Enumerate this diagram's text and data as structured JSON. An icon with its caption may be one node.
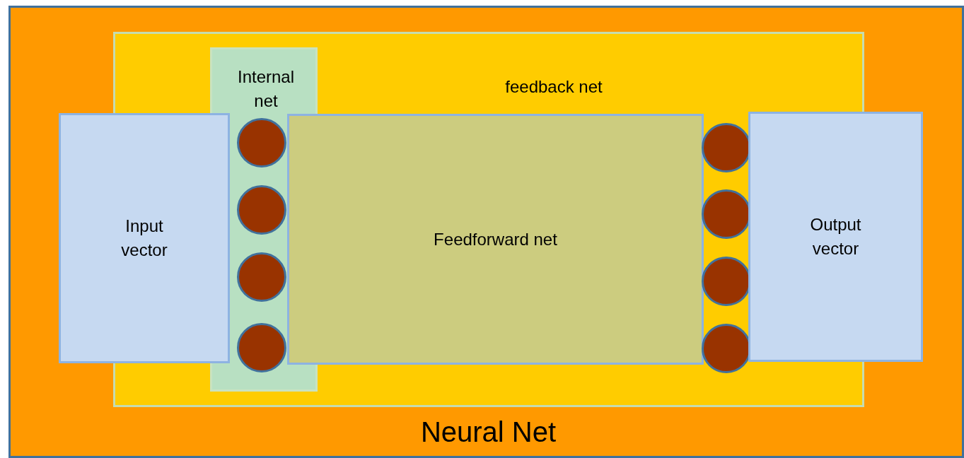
{
  "diagram": {
    "nodes": [
      {
        "text": [
          "Neural Net"
        ]
      },
      {
        "text": [
          "feedback net"
        ],
        "in": 0
      },
      {
        "text": [
          "Internal net"
        ],
        "in": 1
      },
      {
        "text": [
          "Input vector"
        ],
        "in": 0
      },
      {
        "text": [],
        "shape": "circle",
        "in": 2
      },
      {
        "text": [],
        "shape": "circle",
        "in": 2
      },
      {
        "text": [],
        "shape": "circle",
        "in": 2
      },
      {
        "text": [],
        "shape": "circle",
        "in": 2
      },
      {
        "text": [
          "Feedforward net"
        ],
        "in": 1
      },
      {
        "text": [],
        "shape": "circle",
        "in": 1
      },
      {
        "text": [],
        "shape": "circle",
        "in": 1
      },
      {
        "text": [],
        "shape": "circle",
        "in": 1
      },
      {
        "text": [],
        "shape": "circle",
        "in": 1
      },
      {
        "text": [
          "Output vector"
        ],
        "in": 0
      }
    ]
  }
}
